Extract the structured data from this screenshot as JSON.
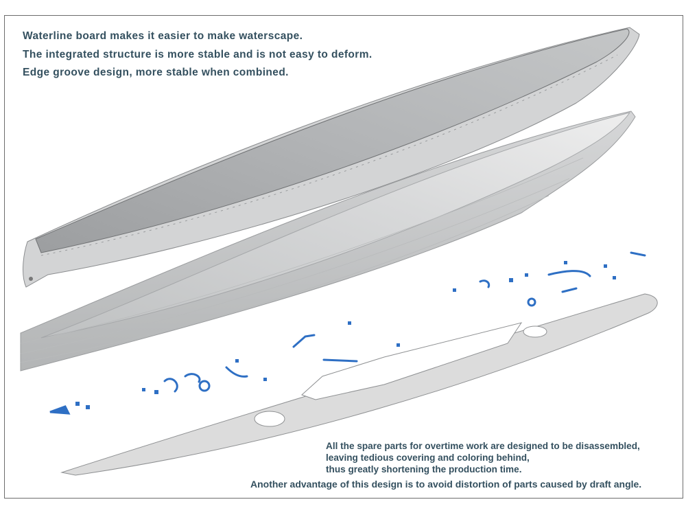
{
  "top_features": [
    "Waterline board makes it easier to make waterscape.",
    "The integrated structure is more stable and is not easy to deform.",
    "Edge groove design, more stable when combined."
  ],
  "bottom_notes": [
    "All the spare parts for overtime work are designed to be disassembled,",
    "leaving tedious covering and coloring behind,",
    "thus greatly shortening the production time."
  ],
  "closing_note": "Another advantage of this design is to avoid distortion of parts caused by draft angle.",
  "colors": {
    "text": "#34505f",
    "parts": "#2e6fc4",
    "hull": "#c9cbcc",
    "board": "#a9abad"
  }
}
